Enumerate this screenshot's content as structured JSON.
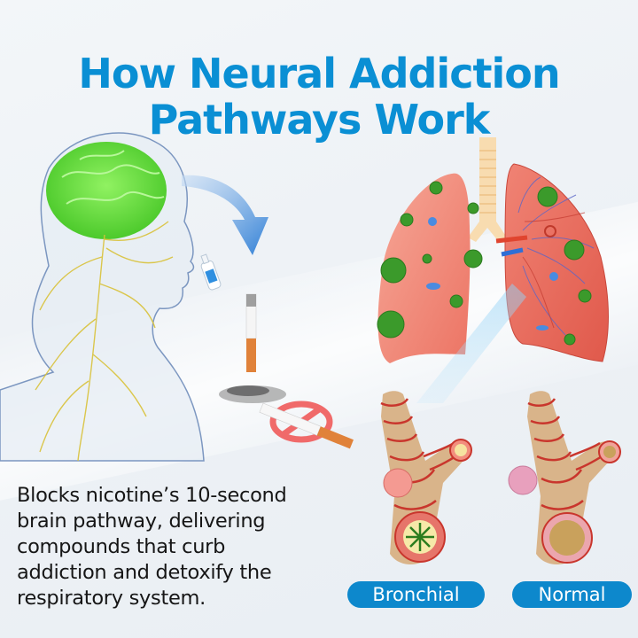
{
  "header": {
    "title_line1": "How Neural Addiction",
    "title_line2": "Pathways Work"
  },
  "caption": {
    "lines": [
      "Blocks nicotine’s 10-second",
      "brain pathway, delivering",
      "compounds that curb",
      "addiction and detoxify the",
      "respiratory system."
    ]
  },
  "labels": {
    "bronchial": "Bronchial",
    "normal": "Normal"
  },
  "colors": {
    "title": "#0a8fd4",
    "pill_bg": "#0d88cc",
    "pill_text": "#ffffff",
    "body_text": "#161616",
    "brain": "#5fe02a",
    "nerves": "#d9c23a",
    "lung": "#f08a7c",
    "virus": "#3b9a2b",
    "arrow": "#3a86d8"
  },
  "illustrations": {
    "head": "human-head-nervous-system",
    "brain": "brain-icon",
    "spray": "nasal-spray-bottle",
    "arrow": "curved-arrow-down",
    "cigarette": "cigarette",
    "no_smoking": "no-smoking-sign",
    "lungs": "infected-lungs",
    "airways": [
      "bronchial-airway-inflamed",
      "normal-airway"
    ]
  }
}
